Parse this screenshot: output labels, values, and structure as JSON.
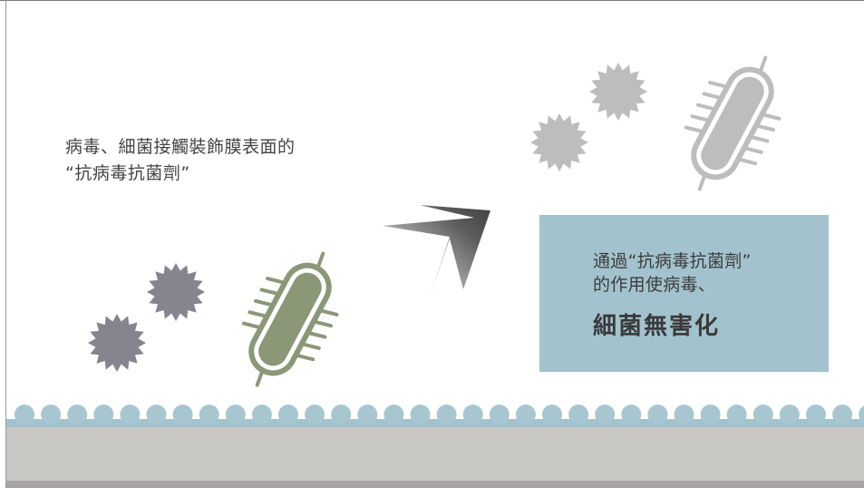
{
  "intro": {
    "line1": "病毒、細菌接觸裝飾膜表面的",
    "line2": "“抗病毒抗菌劑”"
  },
  "result": {
    "line1": "通過“抗病毒抗菌劑”",
    "line2": "的作用使病毒、",
    "headline": "細菌無害化"
  },
  "colors": {
    "virus_before": "#86848f",
    "bacteria_before": "#8a9878",
    "virus_after": "#bdbdbd",
    "bacteria_after": "#bdbdbd",
    "coating_bead": "#a7c6d0",
    "coating_strip": "#a2c2ce",
    "substrate": "#c9c7c3",
    "substrate_edge": "#a7a3a6"
  },
  "icons": {
    "virus": "spiky-virus-icon",
    "bacteria": "rod-bacterium-icon",
    "arrow": "gradient-arrow-icon"
  }
}
